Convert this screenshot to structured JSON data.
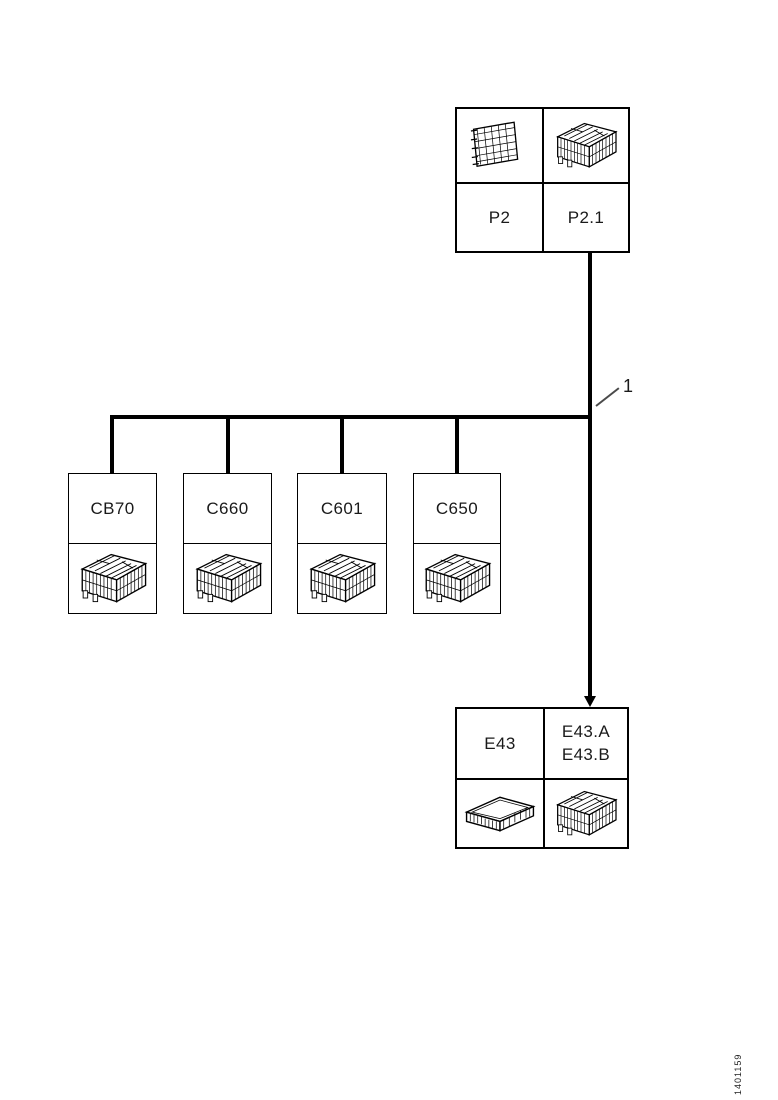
{
  "diagram": {
    "p2_group": {
      "left_label": "P2",
      "right_label": "P2.1",
      "left_icon": "circuit-board-icon",
      "right_icon": "connector-icon"
    },
    "harness_callout": "1",
    "branch_connectors": [
      {
        "label": "CB70",
        "icon": "connector-icon"
      },
      {
        "label": "C660",
        "icon": "connector-icon"
      },
      {
        "label": "C601",
        "icon": "connector-icon"
      },
      {
        "label": "C650",
        "icon": "connector-icon"
      }
    ],
    "e43_group": {
      "left_label": "E43",
      "right_labels": [
        "E43.A",
        "E43.B"
      ],
      "left_icon": "ecu-module-icon",
      "right_icon": "connector-icon"
    },
    "doc_number": "1401159",
    "colors": {
      "ink": "#000000",
      "paper": "#ffffff"
    }
  }
}
